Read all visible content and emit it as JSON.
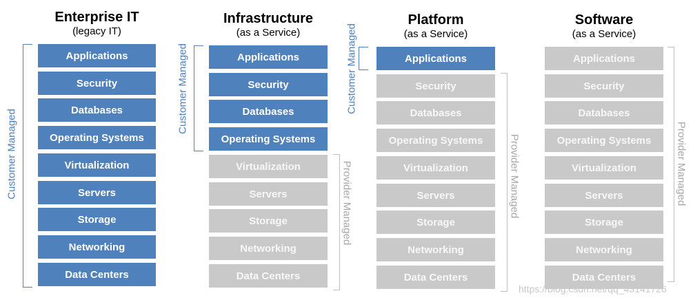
{
  "columns": [
    {
      "title": "Enterprise IT",
      "subtitle": "(legacy IT)",
      "layers": [
        {
          "label": "Applications",
          "managed": "customer"
        },
        {
          "label": "Security",
          "managed": "customer"
        },
        {
          "label": "Databases",
          "managed": "customer"
        },
        {
          "label": "Operating Systems",
          "managed": "customer"
        },
        {
          "label": "Virtualization",
          "managed": "customer"
        },
        {
          "label": "Servers",
          "managed": "customer"
        },
        {
          "label": "Storage",
          "managed": "customer"
        },
        {
          "label": "Networking",
          "managed": "customer"
        },
        {
          "label": "Data Centers",
          "managed": "customer"
        }
      ],
      "customer_label": "Customer Managed",
      "provider_label": ""
    },
    {
      "title": "Infrastructure",
      "subtitle": "(as a Service)",
      "layers": [
        {
          "label": "Applications",
          "managed": "customer"
        },
        {
          "label": "Security",
          "managed": "customer"
        },
        {
          "label": "Databases",
          "managed": "customer"
        },
        {
          "label": "Operating Systems",
          "managed": "customer"
        },
        {
          "label": "Virtualization",
          "managed": "provider"
        },
        {
          "label": "Servers",
          "managed": "provider"
        },
        {
          "label": "Storage",
          "managed": "provider"
        },
        {
          "label": "Networking",
          "managed": "provider"
        },
        {
          "label": "Data Centers",
          "managed": "provider"
        }
      ],
      "customer_label": "Customer Managed",
      "provider_label": "Provider Managed"
    },
    {
      "title": "Platform",
      "subtitle": "(as a Service)",
      "layers": [
        {
          "label": "Applications",
          "managed": "customer"
        },
        {
          "label": "Security",
          "managed": "provider"
        },
        {
          "label": "Databases",
          "managed": "provider"
        },
        {
          "label": "Operating Systems",
          "managed": "provider"
        },
        {
          "label": "Virtualization",
          "managed": "provider"
        },
        {
          "label": "Servers",
          "managed": "provider"
        },
        {
          "label": "Storage",
          "managed": "provider"
        },
        {
          "label": "Networking",
          "managed": "provider"
        },
        {
          "label": "Data Centers",
          "managed": "provider"
        }
      ],
      "customer_label": "Customer Managed",
      "provider_label": "Provider Managed"
    },
    {
      "title": "Software",
      "subtitle": "(as a Service)",
      "layers": [
        {
          "label": "Applications",
          "managed": "provider"
        },
        {
          "label": "Security",
          "managed": "provider"
        },
        {
          "label": "Databases",
          "managed": "provider"
        },
        {
          "label": "Operating Systems",
          "managed": "provider"
        },
        {
          "label": "Virtualization",
          "managed": "provider"
        },
        {
          "label": "Servers",
          "managed": "provider"
        },
        {
          "label": "Storage",
          "managed": "provider"
        },
        {
          "label": "Networking",
          "managed": "provider"
        },
        {
          "label": "Data Centers",
          "managed": "provider"
        }
      ],
      "customer_label": "",
      "provider_label": "Provider Managed"
    }
  ],
  "watermark": "https://blog.csdn.net/qq_43141726",
  "colors": {
    "customer": "#4f81bd",
    "provider": "#c9c9c9"
  }
}
